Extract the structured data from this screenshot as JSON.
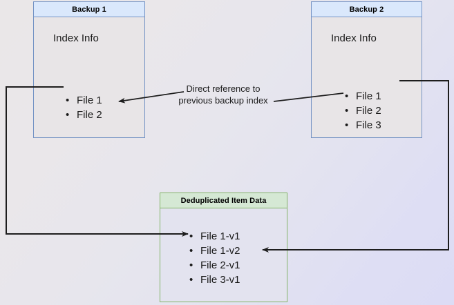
{
  "diagram": {
    "title": "Backup deduplication index reference diagram",
    "background_colors": {
      "top_left": "#eae7e8",
      "bottom_right": "#dcdcf5"
    },
    "accent_colors": {
      "backup_border": "#7392c4",
      "backup_header_fill": "#dae8fc",
      "dedup_border": "#82b366",
      "dedup_header_fill": "#d5e8d4",
      "body_fill": "#e8e5e7",
      "wire": "#1d1d1d"
    }
  },
  "backup1": {
    "header": "Backup 1",
    "section_label": "Index Info",
    "files": [
      "File 1",
      "File 2"
    ]
  },
  "backup2": {
    "header": "Backup 2",
    "section_label": "Index Info",
    "files": [
      "File 1",
      "File 2",
      "File 3"
    ]
  },
  "dedup": {
    "header": "Deduplicated Item Data",
    "items": [
      "File 1-v1",
      "File 1-v2",
      "File 2-v1",
      "File 3-v1"
    ]
  },
  "annotations": {
    "direct_reference_line1": "Direct reference to",
    "direct_reference_line2": "previous backup index"
  }
}
